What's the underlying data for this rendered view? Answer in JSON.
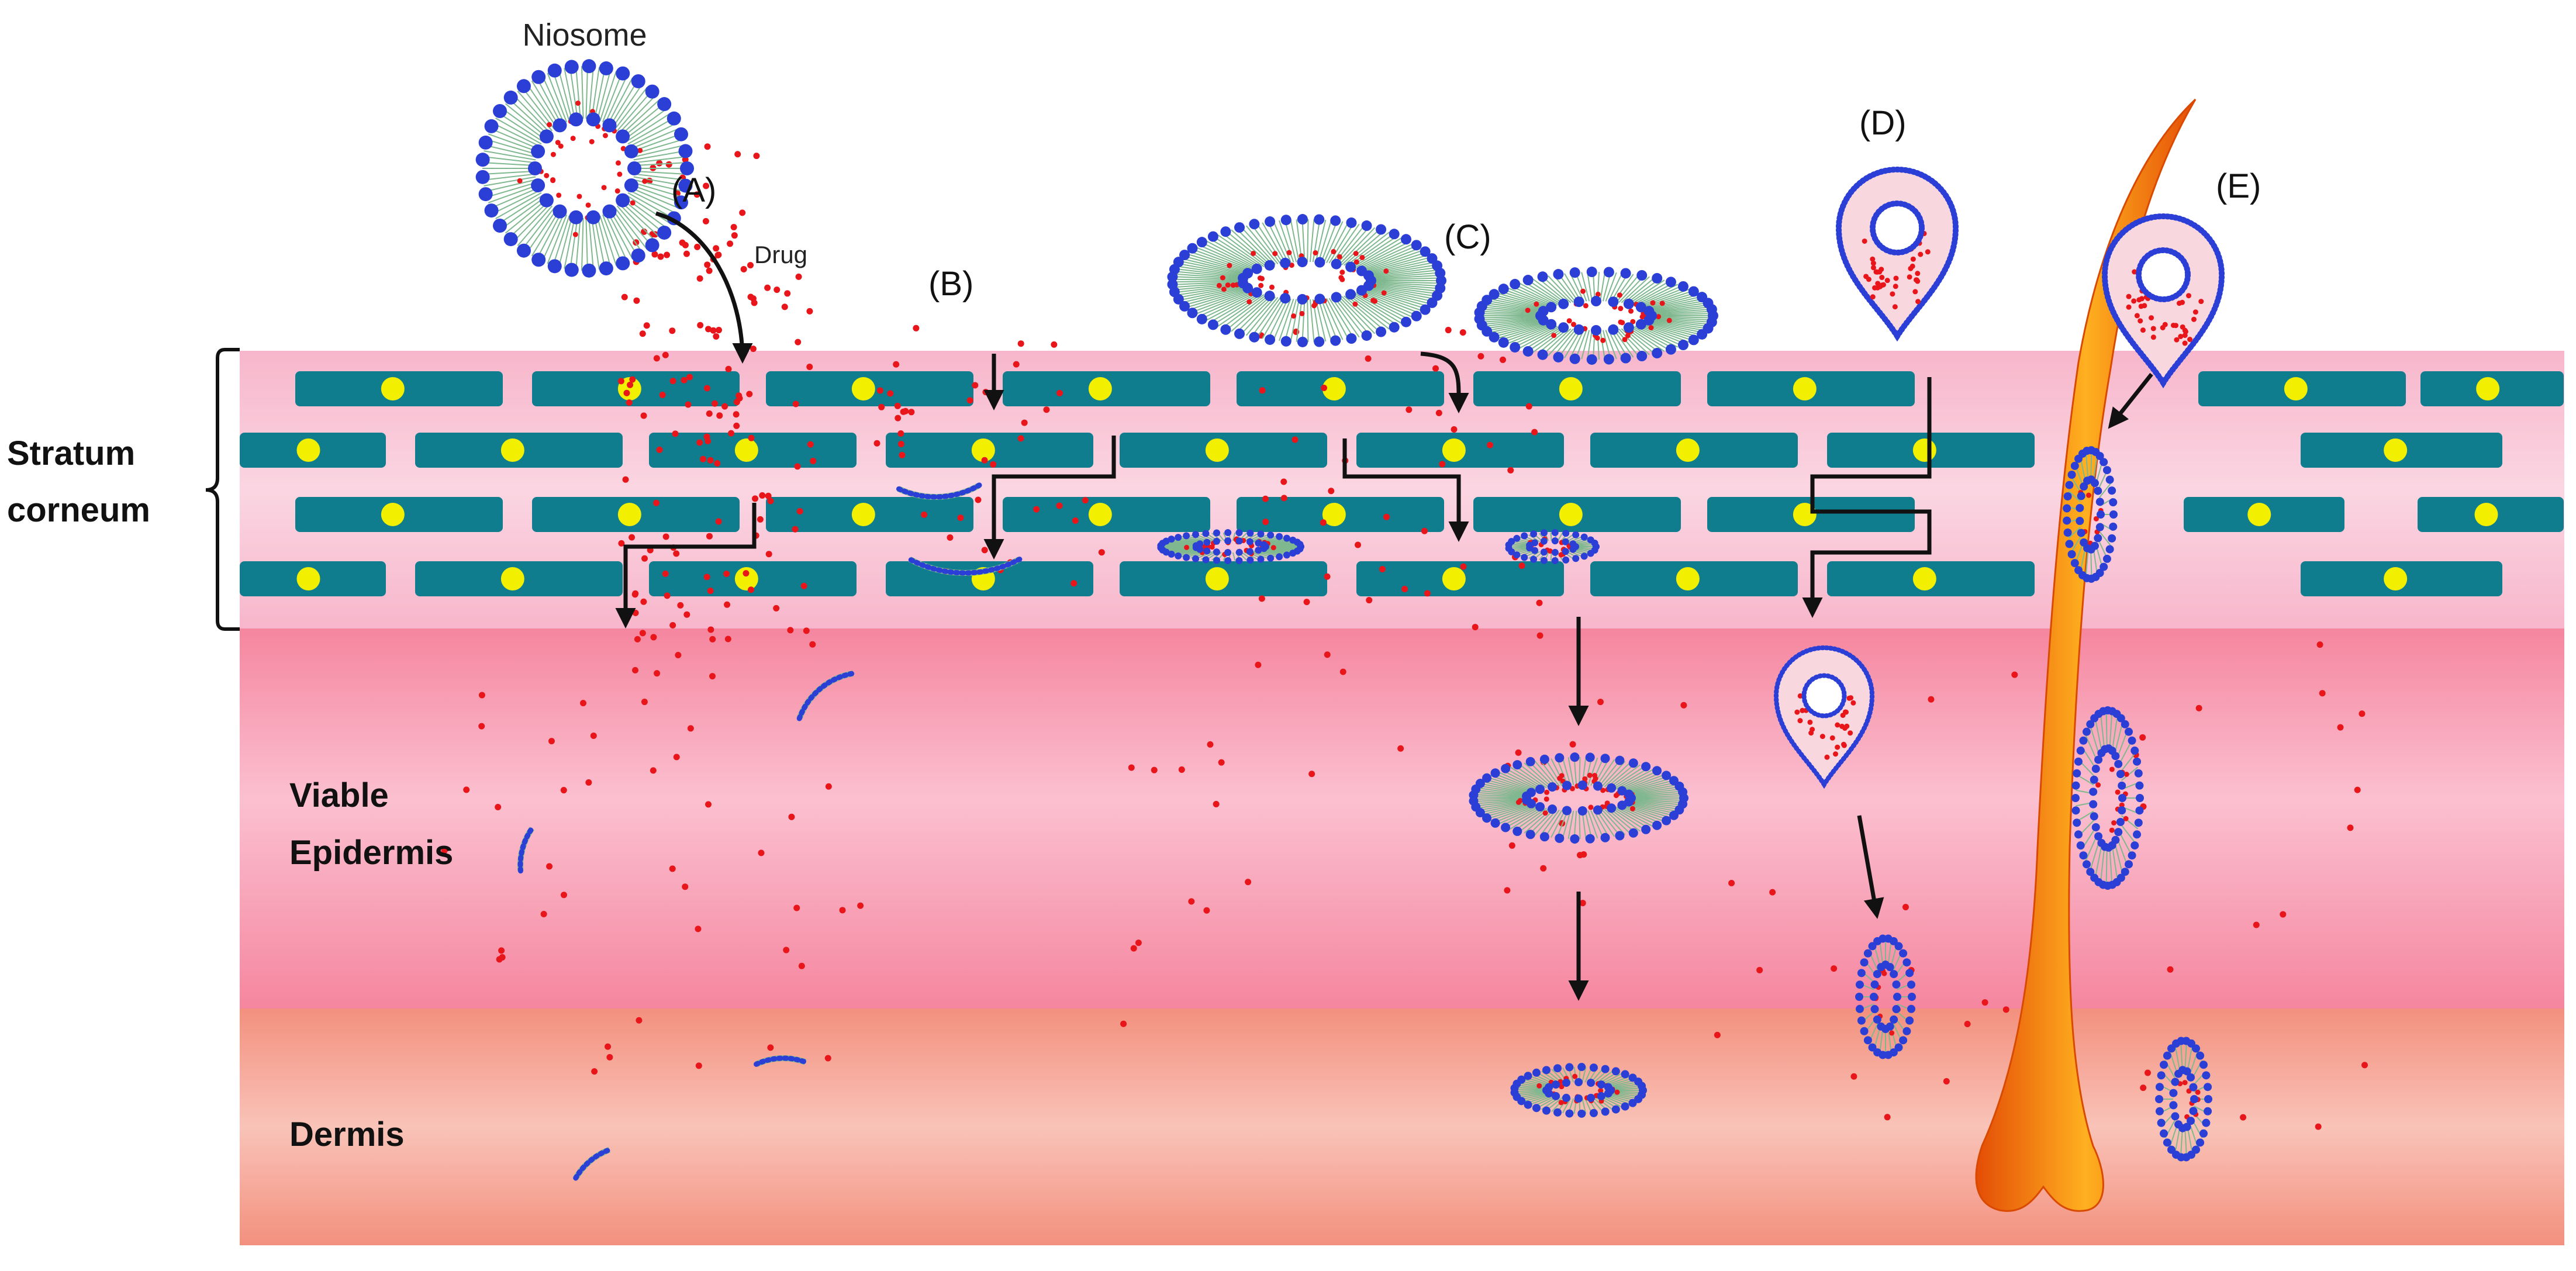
{
  "labels": {
    "niosome": "Niosome",
    "drug": "Drug",
    "route_a": "(A)",
    "route_b": "(B)",
    "route_c": "(C)",
    "route_d": "(D)",
    "route_e": "(E)",
    "stratum_line1": "Stratum",
    "stratum_line2": "corneum",
    "viable_line1": "Viable",
    "viable_line2": "Epidermis",
    "dermis": "Dermis"
  },
  "colors": {
    "stratum_corneum": "#f9c4d4",
    "viable_epidermis": "#f799b6",
    "dermis": "#f59a8c",
    "corneocyte": "#0f7d8e",
    "nucleus": "#f2f000",
    "bilayer_head": "#2b3fd6",
    "bilayer_tail": "#7fb88f",
    "drug": "#e8161b",
    "hair": "#f06010",
    "arrow": "#111111"
  }
}
